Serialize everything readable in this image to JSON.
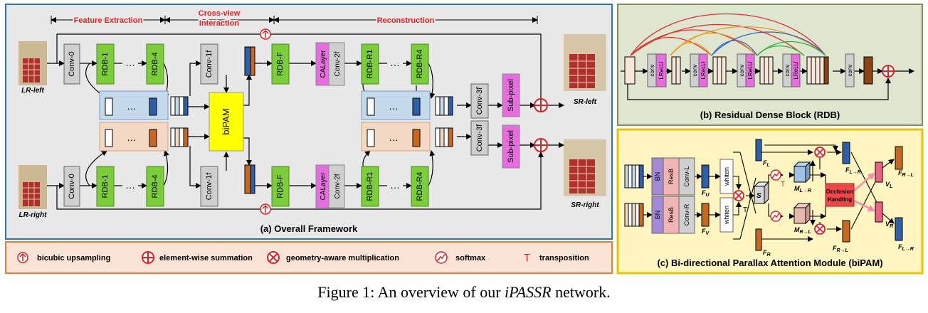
{
  "panel_a": {
    "title": "(a) Overall Framework",
    "stage_feature": "Feature Extraction",
    "stage_cross1": "Cross-view",
    "stage_cross2": "Interaction",
    "stage_recon": "Reconstruction",
    "lr_left": "LR-left",
    "lr_right": "LR-right",
    "sr_left": "SR-left",
    "sr_right": "SR-right",
    "conv0": "Conv-0",
    "rdb1": "RDB-1",
    "rdb4": "RDB-4",
    "conv1f": "Conv-1f",
    "bipam": "biPAM",
    "rdbf": "RDB-F",
    "calayer": "CALayer",
    "conv2f": "Conv-2f",
    "rdbr1": "RDB-R1",
    "rdbr4": "RDB-R4",
    "conv3f": "Conv-3f",
    "subpixel": "Sub-pixel",
    "dots": "…"
  },
  "legend": {
    "bicubic": "bicubic upsampling",
    "sum": "element-wise summation",
    "geo": "geometry-aware multiplication",
    "softmax": "softmax",
    "transpose": "transposition"
  },
  "panel_b": {
    "title": "(b) Residual Dense Block (RDB)",
    "conv": "conv",
    "lrelu": "LReLU"
  },
  "panel_c": {
    "title": "(c) Bi-directional Parallax Attention Module (biPAM)",
    "bn": "BN",
    "resb": "ResB",
    "convl": "Conv-L",
    "convr": "Conv-R",
    "whiten": "whiten",
    "fu": "F",
    "fu_sub": "U",
    "fv": "F",
    "fv_sub": "V",
    "fl": "F",
    "fl_sub": "L",
    "fr": "F",
    "fr_sub": "R",
    "s": "S",
    "t": "T",
    "mlr": "M",
    "mlr_sub": "L→R",
    "mrl": "M",
    "mrl_sub": "R→L",
    "occlusion1": "Occlusion",
    "occlusion2": "Handling",
    "flr": "F",
    "flr_sub": "L→R",
    "frl": "F",
    "frl_sub": "R→L",
    "vl": "V",
    "vl_sub": "L",
    "vr": "V",
    "vr_sub": "R",
    "out_rl": "F",
    "out_rl_sub": "R→L",
    "out_lr": "F",
    "out_lr_sub": "L→R"
  },
  "caption": {
    "prefix": "Figure 1:  An overview of our ",
    "name": "iPASSR",
    "suffix": " network."
  },
  "colors": {
    "green": "#7ccd3a",
    "gray": "#cfcfcf",
    "magenta": "#e86be0",
    "yellow": "#ffff00",
    "blue_feat": "#2f5fa8",
    "orange_feat": "#c8681c",
    "panel_a_bg": "#e8e8e8",
    "panel_b_bg": "#dfe6cf",
    "panel_c_bg": "#fff5c0",
    "legend_bg": "#fbe3d6",
    "red": "#e02020"
  }
}
